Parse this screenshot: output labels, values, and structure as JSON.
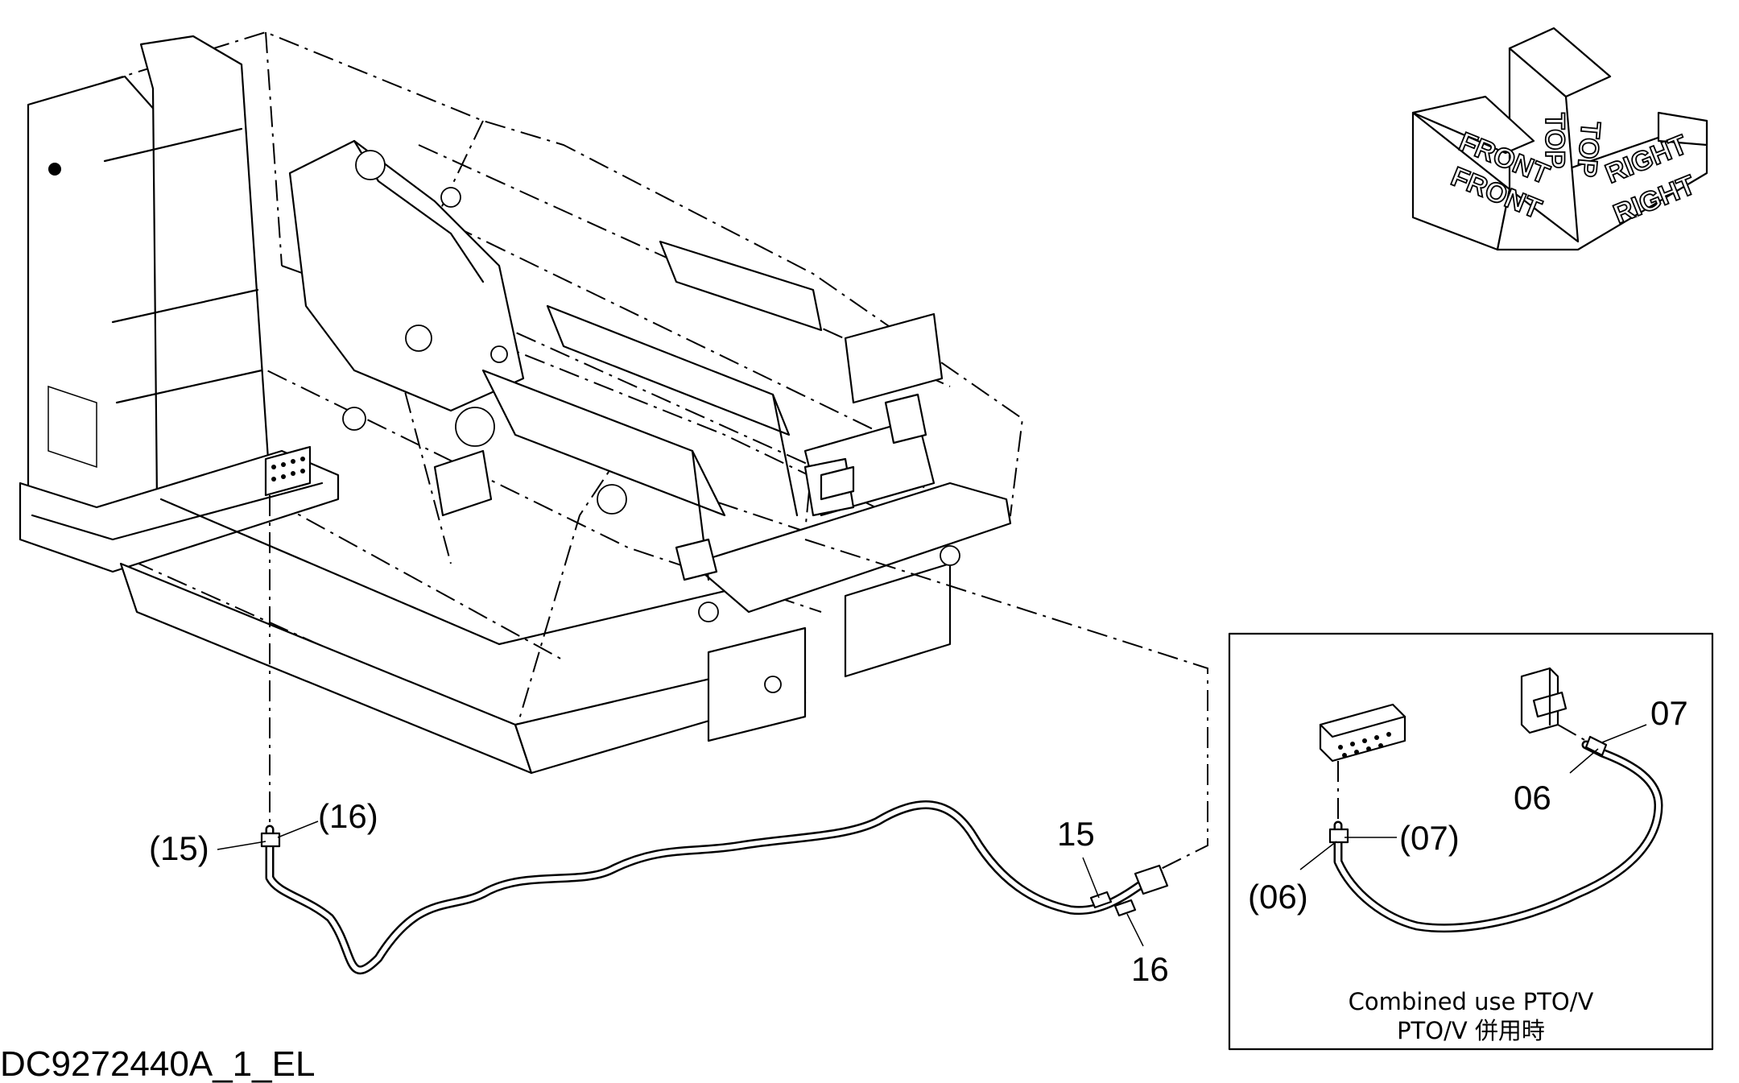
{
  "orientation": {
    "front_label": "FRONT",
    "top_label": "TOP",
    "right_label": "RIGHT"
  },
  "callouts": {
    "c15_main": "(15)",
    "c16_main": "(16)",
    "c15_end": "15",
    "c16_end": "16",
    "c07_inset": "07",
    "c06_inset": "06",
    "c07_inset_paren": "(07)",
    "c06_inset_paren": "(06)"
  },
  "inset": {
    "caption_en": "Combined use PTO/V",
    "caption_jp": "PTO/V 併用時"
  },
  "document_id": "DC9272440A_1_EL"
}
